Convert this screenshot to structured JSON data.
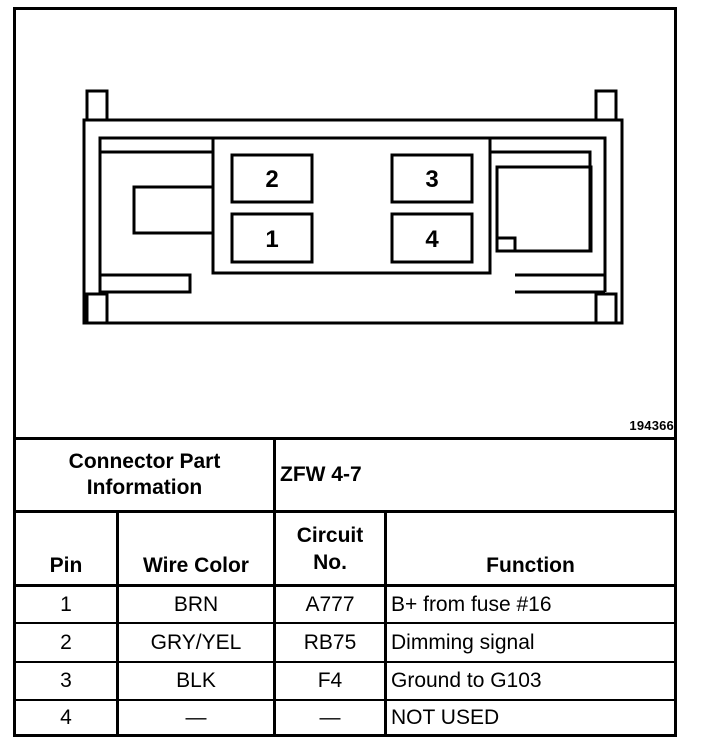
{
  "figure_id": "194366",
  "connector": {
    "pin_labels": [
      "1",
      "2",
      "3",
      "4"
    ]
  },
  "part_info": {
    "label_line1": "Connector Part",
    "label_line2": "Information",
    "value": "ZFW 4-7"
  },
  "table": {
    "headers": {
      "pin": "Pin",
      "wire_color": "Wire Color",
      "circuit_line1": "Circuit",
      "circuit_line2": "No.",
      "function": "Function"
    },
    "rows": [
      {
        "pin": "1",
        "wire_color": "BRN",
        "circuit": "A777",
        "function": "B+ from fuse #16"
      },
      {
        "pin": "2",
        "wire_color": "GRY/YEL",
        "circuit": "RB75",
        "function": "Dimming signal"
      },
      {
        "pin": "3",
        "wire_color": "BLK",
        "circuit": "F4",
        "function": "Ground to G103"
      },
      {
        "pin": "4",
        "wire_color": "—",
        "circuit": "—",
        "function": "NOT USED"
      }
    ]
  }
}
